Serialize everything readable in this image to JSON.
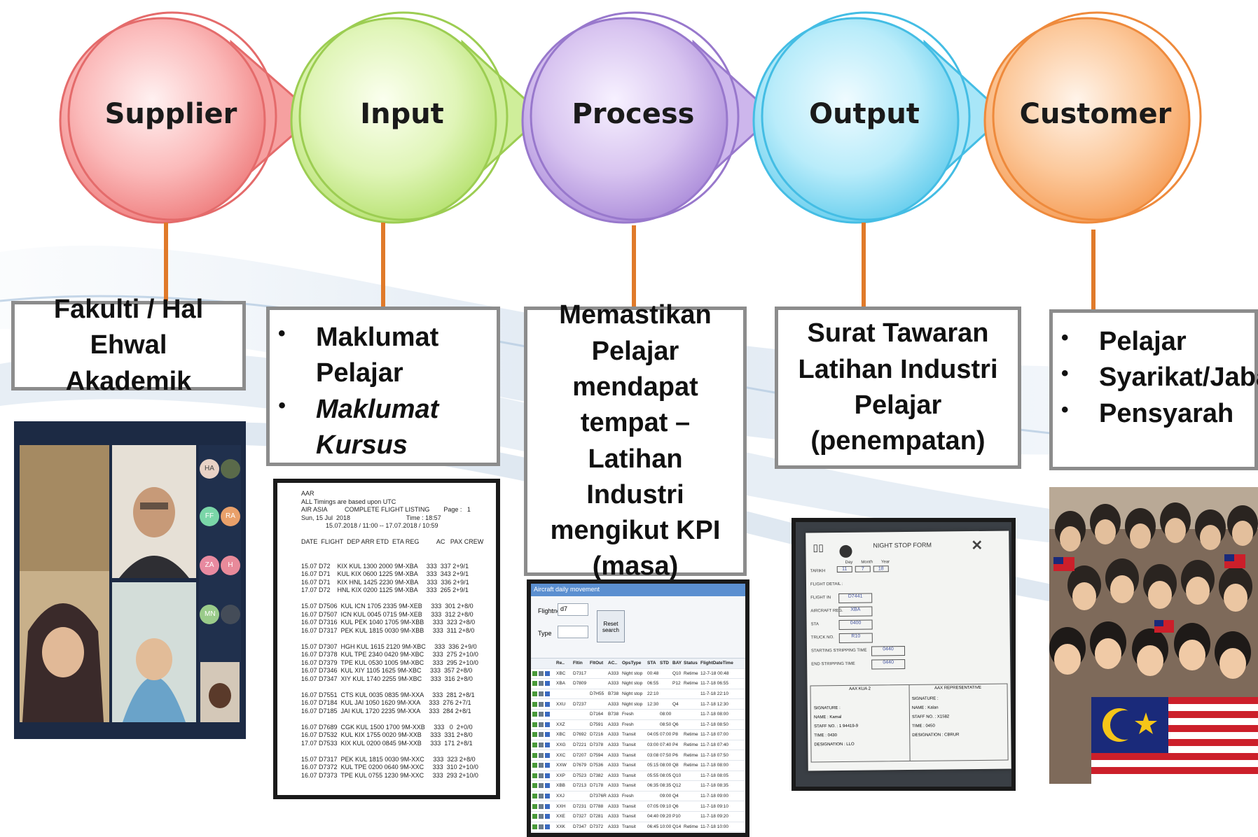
{
  "colors": {
    "supplier": "#f07f7f",
    "input": "#c6e884",
    "process": "#b99ae0",
    "output": "#7fd8f2",
    "customer": "#f8a96a",
    "connector": "#e07a2a",
    "box_border": "#8c8c8c"
  },
  "stages": [
    {
      "id": "supplier",
      "title": "Supplier"
    },
    {
      "id": "input",
      "title": "Input"
    },
    {
      "id": "process",
      "title": "Process"
    },
    {
      "id": "output",
      "title": "Output"
    },
    {
      "id": "customer",
      "title": "Customer"
    }
  ],
  "supplier_box": {
    "lines": [
      "Fakulti / Hal",
      "Ehwal Akademik"
    ]
  },
  "input_box": {
    "items": [
      "Maklumat Pelajar",
      "Maklumat Kursus"
    ]
  },
  "process_box": {
    "text": "Memastikan Pelajar mendapat tempat –Latihan Industri mengikut KPI (masa)"
  },
  "output_box": {
    "text": "Surat Tawaran Latihan Industri Pelajar (penempatan)"
  },
  "customer_box": {
    "items": [
      "Pelajar",
      "Syarikat/Jabatan",
      "Pensyarah"
    ]
  },
  "images": {
    "supplier": "video-call-screenshot",
    "input": "flight-listing-document",
    "process": "aircraft-daily-movement-screen",
    "output": "night-stop-form-photo",
    "customer": "students-with-flags-photo"
  },
  "flight_listing": {
    "lines": [
      "AAR",
      "ALL Timings are based upon UTC",
      "AIR ASIA          COMPLETE FLIGHT LISTING        Page :   1",
      "Sun, 15 Jul  2018                                Time : 18:57",
      "              15.07.2018 / 11:00 -- 17.07.2018 / 10:59",
      "",
      "DATE  FLIGHT  DEP ARR ETD  ETA REG          AC   PAX CREW",
      "",
      "",
      "15.07 D72    KIX KUL 1300 2000 9M-XBA     333  337 2+9/1",
      "16.07 D71    KUL KIX 0600 1225 9M-XBA     333  343 2+9/1",
      "16.07 D71    KIX HNL 1425 2230 9M-XBA     333  336 2+9/1",
      "17.07 D72    HNL KIX 0200 1125 9M-XBA     333  265 2+9/1",
      "",
      "15.07 D7506  KUL ICN 1705 2335 9M-XEB     333  301 2+8/0",
      "16.07 D7507  ICN KUL 0045 0715 9M-XEB     333  312 2+8/0",
      "16.07 D7316  KUL PEK 1040 1705 9M-XBB     333  323 2+8/0",
      "16.07 D7317  PEK KUL 1815 0030 9M-XBB     333  311 2+8/0",
      "",
      "15.07 D7307  HGH KUL 1615 2120 9M-XBC     333  336 2+9/0",
      "16.07 D7378  KUL TPE 2340 0420 9M-XBC     333  275 2+10/0",
      "16.07 D7379  TPE KUL 0530 1005 9M-XBC     333  295 2+10/0",
      "16.07 D7346  KUL XIY 1105 1625 9M-XBC     333  357 2+8/0",
      "16.07 D7347  XIY KUL 1740 2255 9M-XBC     333  316 2+8/0",
      "",
      "16.07 D7551  CTS KUL 0035 0835 9M-XXA     333  281 2+8/1",
      "16.07 D7184  KUL JAI 1050 1620 9M-XXA     333  276 2+7/1",
      "16.07 D7185  JAI KUL 1720 2235 9M-XXA     333  284 2+8/1",
      "",
      "16.07 D7689  CGK KUL 1500 1700 9M-XXB     333   0  2+0/0",
      "16.07 D7532  KUL KIX 1755 0020 9M-XXB     333  331 2+8/0",
      "17.07 D7533  KIX KUL 0200 0845 9M-XXB     333  171 2+8/1",
      "",
      "15.07 D7317  PEK KUL 1815 0030 9M-XXC     333  323 2+8/0",
      "16.07 D7372  KUL TPE 0200 0640 9M-XXC     333  310 2+10/0",
      "16.07 D7373  TPE KUL 0755 1230 9M-XXC     333  293 2+10/0"
    ]
  },
  "aircraft_screen": {
    "title": "Aircraft daily movement",
    "flightno_label": "Flightno",
    "flightno_value": "d7",
    "type_label": "Type",
    "reset_label": "Reset search",
    "headers": [
      "Re..",
      "Fltin",
      "FltOut",
      "AC..",
      "OpsType",
      "STA",
      "STD",
      "BAY",
      "Status",
      "FlightDateTime"
    ],
    "rows": [
      [
        "XBC",
        "D7317",
        "",
        "A333",
        "Night stop",
        "00:48",
        "",
        "Q10",
        "Retime",
        "12-7-18 00:48"
      ],
      [
        "XBA",
        "D7809",
        "",
        "A333",
        "Night stop",
        "06:55",
        "",
        "P12",
        "Retime",
        "11-7-18 06:55"
      ],
      [
        "",
        "",
        "D7H55",
        "B738",
        "Night stop",
        "22:10",
        "",
        "",
        "",
        "11-7-18 22:10"
      ],
      [
        "XXU",
        "D7237",
        "",
        "A333",
        "Night stop",
        "12:30",
        "",
        "Q4",
        "",
        "11-7-18 12:30"
      ],
      [
        "",
        "",
        "D7164",
        "B738",
        "Fresh",
        "",
        "08:00",
        "",
        "",
        "11-7-18 08:00"
      ],
      [
        "XXZ",
        "",
        "D7591",
        "A333",
        "Fresh",
        "",
        "08:50",
        "Q6",
        "",
        "11-7-18 08:50"
      ],
      [
        "XBC",
        "D7692",
        "D7216",
        "A333",
        "Transit",
        "04:05",
        "07:00",
        "P8",
        "Retime",
        "11-7-18 07:00"
      ],
      [
        "XXG",
        "D7221",
        "D7378",
        "A333",
        "Transit",
        "03:00",
        "07:40",
        "P4",
        "Retime",
        "11-7-18 07:40"
      ],
      [
        "XXC",
        "D7207",
        "D7594",
        "A333",
        "Transit",
        "03:08",
        "07:50",
        "P6",
        "Retime",
        "11-7-18 07:50"
      ],
      [
        "XXW",
        "D7679",
        "D7536",
        "A333",
        "Transit",
        "05:15",
        "08:00",
        "Q8",
        "Retime",
        "11-7-18 08:00"
      ],
      [
        "XXP",
        "D7523",
        "D7382",
        "A333",
        "Transit",
        "05:55",
        "08:05",
        "Q10",
        "",
        "11-7-18 08:05"
      ],
      [
        "XBB",
        "D7213",
        "D7178",
        "A333",
        "Transit",
        "06:35",
        "08:35",
        "Q12",
        "",
        "11-7-18 08:35"
      ],
      [
        "XXJ",
        "",
        "D7376R",
        "A333",
        "Fresh",
        "",
        "09:00",
        "Q4",
        "",
        "11-7-18 09:00"
      ],
      [
        "XXH",
        "D7231",
        "D7788",
        "A333",
        "Transit",
        "07:05",
        "09:10",
        "Q6",
        "",
        "11-7-18 09:10"
      ],
      [
        "XXE",
        "D7327",
        "D7281",
        "A333",
        "Transit",
        "04:40",
        "09:20",
        "P10",
        "",
        "11-7-18 09:20"
      ],
      [
        "XXK",
        "D7347",
        "D7372",
        "A333",
        "Transit",
        "06:45",
        "10:00",
        "Q14",
        "Retime",
        "11-7-18 10:00"
      ]
    ]
  },
  "night_stop_form": {
    "title": "NIGHT STOP FORM",
    "date_headers": [
      "Day",
      "Month",
      "Year"
    ],
    "date_values": [
      "11",
      "7",
      "18"
    ],
    "fields": [
      {
        "label": "TARIKH",
        "value": ""
      },
      {
        "label": "FLIGHT DETAIL :",
        "value": ""
      },
      {
        "label": "FLIGHT IN",
        "value": "D7441"
      },
      {
        "label": "AIRCRAFT REG.",
        "value": "XBA"
      },
      {
        "label": "STA",
        "value": "0400"
      },
      {
        "label": "TRUCK NO.",
        "value": "R10"
      },
      {
        "label": "STARTING STRIPPING TIME",
        "value": "0440"
      },
      {
        "label": "END STRIPPING TIME",
        "value": "0440"
      }
    ],
    "left_heading": "AAX KUA 2",
    "right_heading": "AAX REPRESENTATIVE",
    "left_sign": [
      "SIGNATURE :",
      "NAME :  Kamal",
      "STAFF NO. : 1 94419-9",
      "TIME :  0430",
      "DESIGNATION : LLO"
    ],
    "right_sign": [
      "SIGNATURE :",
      "NAME :  Kalan",
      "STAFF NO. : X1582",
      "TIME :  0450",
      "DESIGNATION : CBRUR"
    ]
  },
  "video_call": {
    "tiles": [
      "HA",
      "FF",
      "RA",
      "ZA",
      "H",
      "MN"
    ]
  }
}
